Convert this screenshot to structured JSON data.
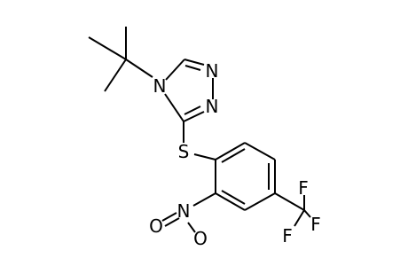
{
  "molecule": {
    "atoms": {
      "n4": "N",
      "n2": "N",
      "n1": "N",
      "s": "S",
      "n_nitro": "N",
      "o1": "O",
      "o2": "O",
      "f1": "F",
      "f2": "F",
      "f3": "F"
    },
    "colors": {
      "bond": "#000000",
      "label": "#000000",
      "background": "#ffffff"
    }
  }
}
